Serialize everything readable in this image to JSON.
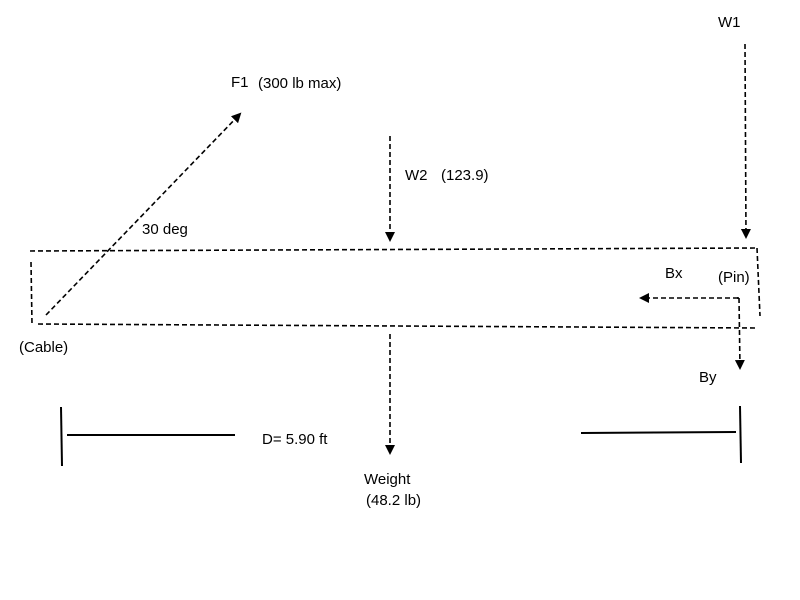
{
  "labels": {
    "w1": "W1",
    "f1": "F1",
    "f1_note": "(300 lb max)",
    "w2": "W2",
    "w2_note": "(123.9)",
    "angle": "30 deg",
    "bx": "Bx",
    "pin": "(Pin)",
    "cable": "(Cable)",
    "by": "By",
    "distance": "D= 5.90 ft",
    "weight": "Weight",
    "weight_note": "(48.2 lb)"
  },
  "colors": {
    "ink": "#000000",
    "background": "#ffffff"
  }
}
